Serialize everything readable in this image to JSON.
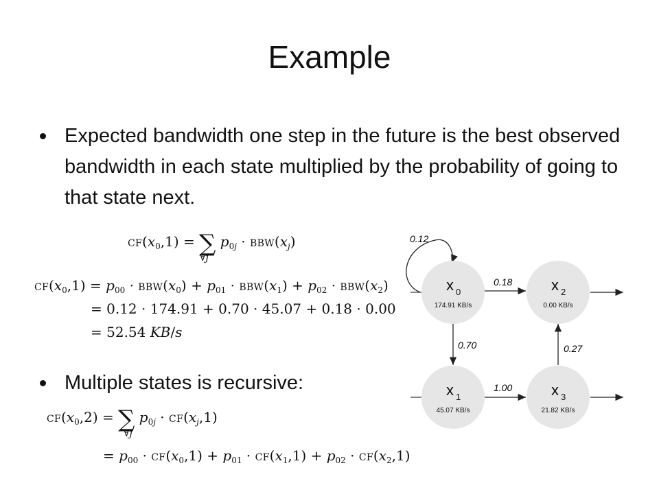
{
  "slide": {
    "title": "Example",
    "bullets": [
      "Expected bandwidth one step in the future is the best observed bandwidth in each state multiplied by the probability of going to that state next.",
      "Multiple states is recursive:"
    ]
  },
  "diagram": {
    "nodes": [
      {
        "label": "x",
        "sub": "0",
        "bandwidth": "174.91 KB/s"
      },
      {
        "label": "x",
        "sub": "2",
        "bandwidth": "0.00 KB/s"
      },
      {
        "label": "x",
        "sub": "1",
        "bandwidth": "45.07 KB/s"
      },
      {
        "label": "x",
        "sub": "3",
        "bandwidth": "21.82 KB/s"
      }
    ],
    "edges": [
      {
        "from": "x0",
        "to": "x0",
        "label": "0.12"
      },
      {
        "from": "x0",
        "to": "x2",
        "label": "0.18"
      },
      {
        "from": "x0",
        "to": "x1",
        "label": "0.70"
      },
      {
        "from": "x1",
        "to": "x3",
        "label": "1.00"
      },
      {
        "from": "x3",
        "to": "x2",
        "label": "0.27"
      }
    ]
  }
}
